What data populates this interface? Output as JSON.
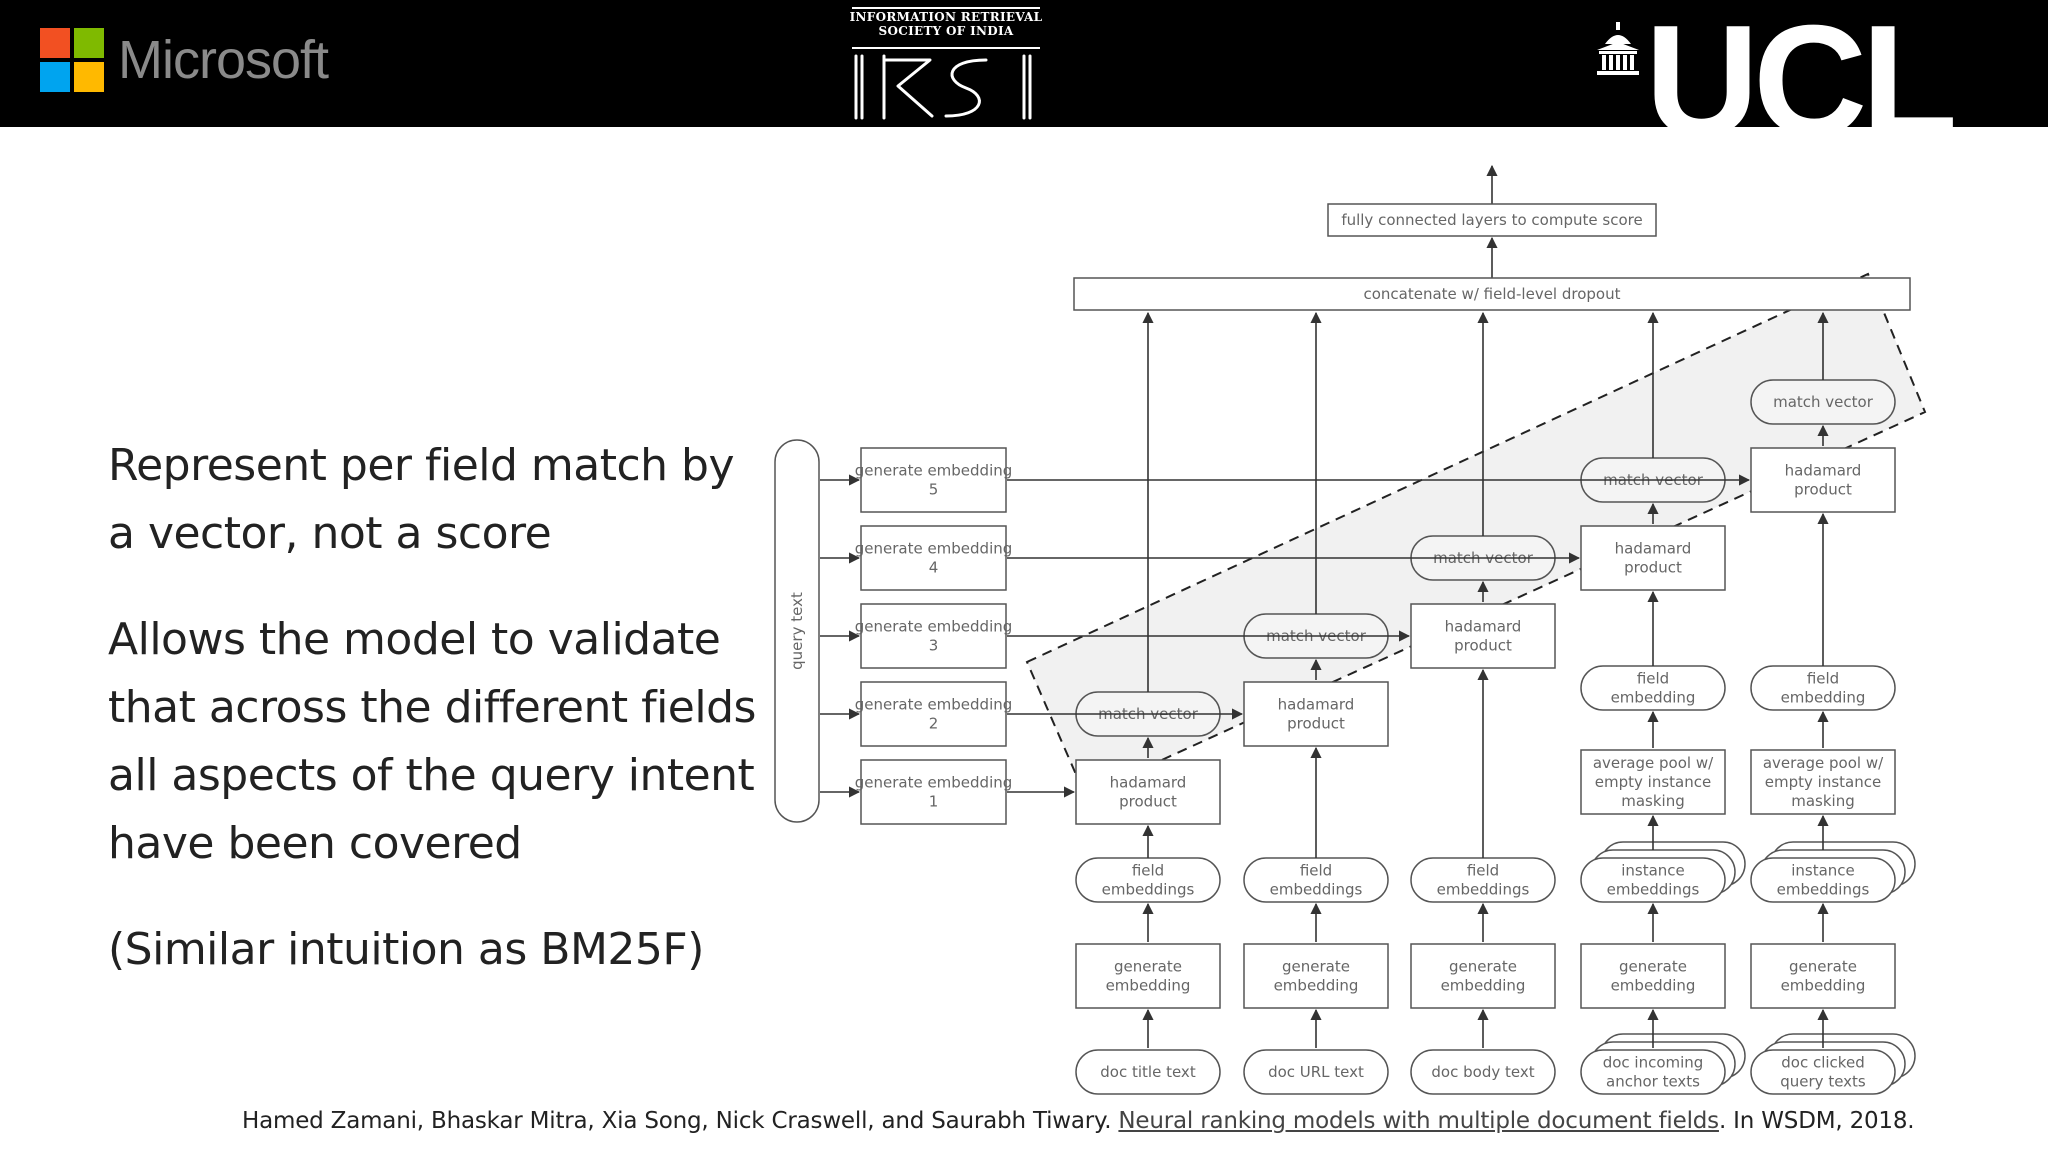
{
  "header": {
    "microsoft": {
      "name": "Microsoft",
      "colors": [
        "#f25022",
        "#7fba00",
        "#00a4ef",
        "#ffb900"
      ]
    },
    "irsi": {
      "line1": "INFORMATION RETRIEVAL",
      "line2": "SOCIETY OF INDIA",
      "mark": "IRSI"
    },
    "ucl": {
      "name": "UCL"
    }
  },
  "bullets": [
    "Represent per field match by a vector, not a score",
    "Allows the model to validate that across the different fields all aspects of the query intent have been covered",
    "(Similar intuition as BM25F)"
  ],
  "diagram": {
    "top_box": "fully connected layers to compute score",
    "concat_box": "concatenate w/ field-level dropout",
    "query_text": "query text",
    "query_embeddings": [
      "generate embedding 5",
      "generate embedding 4",
      "generate embedding 3",
      "generate embedding 2",
      "generate embedding 1"
    ],
    "match_vector": "match vector",
    "hadamard": "hadamard product",
    "field_embedding": "field embedding",
    "field_embeddings": "field embeddings",
    "instance_embeddings": "instance embeddings",
    "average_pool": "average pool w/ empty instance masking",
    "generate_embedding": "generate embedding",
    "fields": [
      "doc title text",
      "doc URL text",
      "doc body text",
      "doc incoming anchor texts",
      "doc clicked query texts"
    ]
  },
  "citation": {
    "authors": "Hamed Zamani, Bhaskar Mitra, Xia Song, Nick Craswell, and Saurabh Tiwary. ",
    "title": "Neural ranking models with multiple document fields",
    "venue": ". In WSDM, 2018."
  }
}
